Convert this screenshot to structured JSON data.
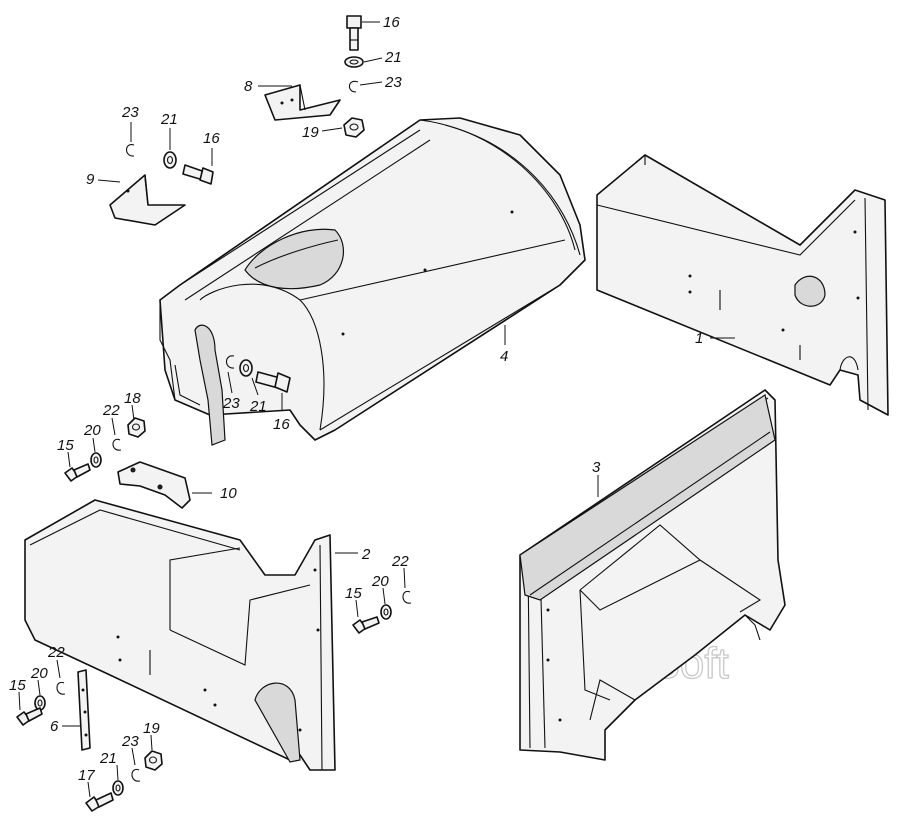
{
  "watermark": "AutoSoft",
  "callouts": [
    {
      "id": "c16a",
      "text": "16"
    },
    {
      "id": "c21a",
      "text": "21"
    },
    {
      "id": "c23a",
      "text": "23"
    },
    {
      "id": "c8",
      "text": "8"
    },
    {
      "id": "c19a",
      "text": "19"
    },
    {
      "id": "c23b",
      "text": "23"
    },
    {
      "id": "c21b",
      "text": "21"
    },
    {
      "id": "c16b",
      "text": "16"
    },
    {
      "id": "c9",
      "text": "9"
    },
    {
      "id": "c4",
      "text": "4"
    },
    {
      "id": "c1",
      "text": "1"
    },
    {
      "id": "c23c",
      "text": "23"
    },
    {
      "id": "c21c",
      "text": "21"
    },
    {
      "id": "c16c",
      "text": "16"
    },
    {
      "id": "c22a",
      "text": "22"
    },
    {
      "id": "c18",
      "text": "18"
    },
    {
      "id": "c20a",
      "text": "20"
    },
    {
      "id": "c15a",
      "text": "15"
    },
    {
      "id": "c10",
      "text": "10"
    },
    {
      "id": "c3",
      "text": "3"
    },
    {
      "id": "c2",
      "text": "2"
    },
    {
      "id": "c22b",
      "text": "22"
    },
    {
      "id": "c20b",
      "text": "20"
    },
    {
      "id": "c15b",
      "text": "15"
    },
    {
      "id": "c22c",
      "text": "22"
    },
    {
      "id": "c20c",
      "text": "20"
    },
    {
      "id": "c15c",
      "text": "15"
    },
    {
      "id": "c6",
      "text": "6"
    },
    {
      "id": "c19b",
      "text": "19"
    },
    {
      "id": "c23d",
      "text": "23"
    },
    {
      "id": "c21d",
      "text": "21"
    },
    {
      "id": "c17",
      "text": "17"
    }
  ]
}
